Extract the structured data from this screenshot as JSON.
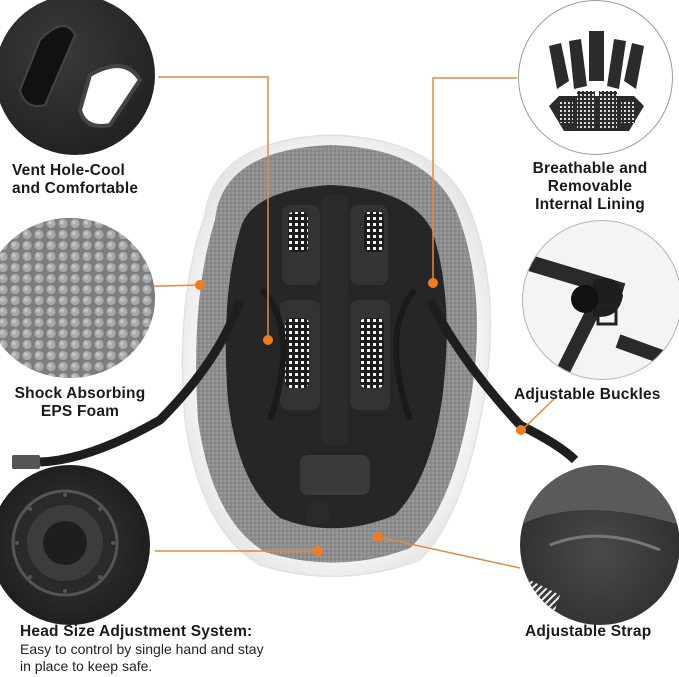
{
  "features": {
    "vent": {
      "title_line1": "Vent Hole-Cool",
      "title_line2": "and Comfortable",
      "icon": "vent-hole-closeup"
    },
    "eps": {
      "title_line1": "Shock Absorbing",
      "title_line2": "EPS Foam",
      "icon": "eps-foam-closeup"
    },
    "adjust": {
      "title": "Head Size Adjustment System:",
      "desc_line1": "Easy to control by single hand and stay",
      "desc_line2": "in place to keep safe.",
      "icon": "dial-adjuster-closeup"
    },
    "lining": {
      "title_line1": "Breathable and",
      "title_line2": "Removable",
      "title_line3": "Internal Lining",
      "icon": "internal-lining-closeup"
    },
    "buckles": {
      "title": "Adjustable Buckles",
      "icon": "buckle-closeup"
    },
    "strap": {
      "title": "Adjustable Strap",
      "icon": "strap-padding-closeup"
    }
  },
  "colors": {
    "leader_line": "#e08a3c",
    "leader_dot": "#f07c1c",
    "text": "#1a1a1a",
    "helmet_shell": "#f2f2f2",
    "eps_foam": "#8c8c8c",
    "pad": "#2e2e2e"
  }
}
